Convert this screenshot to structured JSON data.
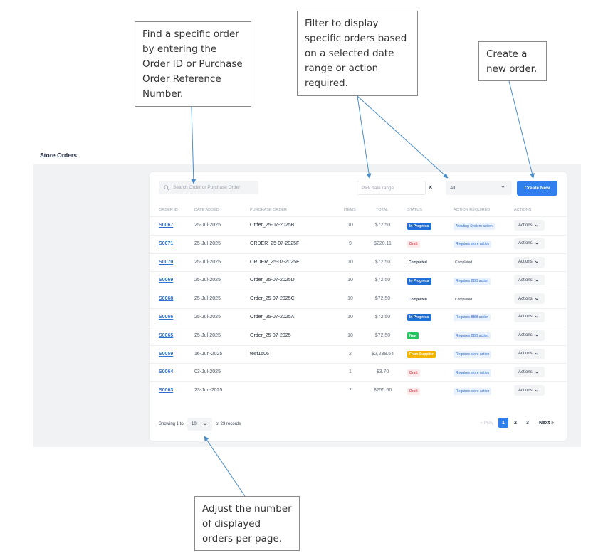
{
  "annotations": {
    "search": "Find a specific order by entering the Order ID or Purchase Order Reference Number.",
    "filter": "Filter to display specific orders based on a selected date range or action required.",
    "create": "Create a new order.",
    "pagesize": "Adjust the number of displayed orders per page."
  },
  "page": {
    "title": "Store Orders"
  },
  "toolbar": {
    "search_placeholder": "Search Order or Purchase Order",
    "date_placeholder": "Pick date range",
    "clear_glyph": "×",
    "status_value": "All",
    "create_label": "Create New"
  },
  "table": {
    "headers": {
      "order_id": "Order ID",
      "date_added": "Date Added",
      "purchase_order": "Purchase Order",
      "items": "Items",
      "total": "Total",
      "status": "Status",
      "action_required": "Action Required",
      "actions": "Actions"
    },
    "rows": [
      {
        "id": "S0067",
        "date": "25-Jul-2025",
        "po": "Order_25-07-2025B",
        "items": "10",
        "total": "$72.50",
        "status": "In Progress",
        "status_kind": "progress",
        "action": "Awaiting System action",
        "action_kind": "info",
        "actions": "Actions"
      },
      {
        "id": "S0071",
        "date": "25-Jul-2025",
        "po": "ORDER_25-07-2025F",
        "items": "9",
        "total": "$220.11",
        "status": "Draft",
        "status_kind": "draft",
        "action": "Requires store action",
        "action_kind": "info",
        "actions": "Actions"
      },
      {
        "id": "S0070",
        "date": "25-Jul-2025",
        "po": "ORDER_25-07-2025E",
        "items": "10",
        "total": "$72.50",
        "status": "Completed",
        "status_kind": "completed",
        "action": "Completed",
        "action_kind": "plain",
        "actions": "Actions"
      },
      {
        "id": "S0069",
        "date": "25-Jul-2025",
        "po": "Order_25-07-2025D",
        "items": "10",
        "total": "$72.50",
        "status": "In Progress",
        "status_kind": "progress",
        "action": "Requires BBB action",
        "action_kind": "info",
        "actions": "Actions"
      },
      {
        "id": "S0068",
        "date": "25-Jul-2025",
        "po": "Order_25-07-2025C",
        "items": "10",
        "total": "$72.50",
        "status": "Completed",
        "status_kind": "completed",
        "action": "Completed",
        "action_kind": "plain",
        "actions": "Actions"
      },
      {
        "id": "S0066",
        "date": "25-Jul-2025",
        "po": "Order_25-07-2025A",
        "items": "10",
        "total": "$72.50",
        "status": "In Progress",
        "status_kind": "progress",
        "action": "Requires BBB action",
        "action_kind": "info",
        "actions": "Actions"
      },
      {
        "id": "S0065",
        "date": "25-Jul-2025",
        "po": "Order_25-07-2025",
        "items": "10",
        "total": "$72.50",
        "status": "New",
        "status_kind": "new",
        "action": "Requires BBB action",
        "action_kind": "info",
        "actions": "Actions"
      },
      {
        "id": "S0059",
        "date": "16-Jun-2025",
        "po": "test1606",
        "items": "2",
        "total": "$2,238.54",
        "status": "From Supplier",
        "status_kind": "supplier",
        "action": "Requires store action",
        "action_kind": "info",
        "actions": "Actions"
      },
      {
        "id": "S0064",
        "date": "03-Jul-2025",
        "po": "",
        "items": "1",
        "total": "$3.70",
        "status": "Draft",
        "status_kind": "draft",
        "action": "Requires store action",
        "action_kind": "info",
        "actions": "Actions"
      },
      {
        "id": "S0063",
        "date": "23-Jun-2025",
        "po": "",
        "items": "2",
        "total": "$255.66",
        "status": "Draft",
        "status_kind": "draft",
        "action": "Requires store action",
        "action_kind": "info",
        "actions": "Actions"
      }
    ]
  },
  "footer": {
    "showing_prefix": "Showing 1 to",
    "per_page": "10",
    "showing_suffix": "of 23 records",
    "prev": "« Prev",
    "pages": [
      "1",
      "2",
      "3"
    ],
    "current_page": "1",
    "next": "Next »"
  },
  "colors": {
    "primary": "#2f80ed",
    "progress": "#1f6fd6",
    "draft_bg": "#fdeaea",
    "draft_text": "#e35d6a",
    "new": "#22c55e",
    "supplier": "#f5b300",
    "arrow": "#4a8ec9"
  }
}
